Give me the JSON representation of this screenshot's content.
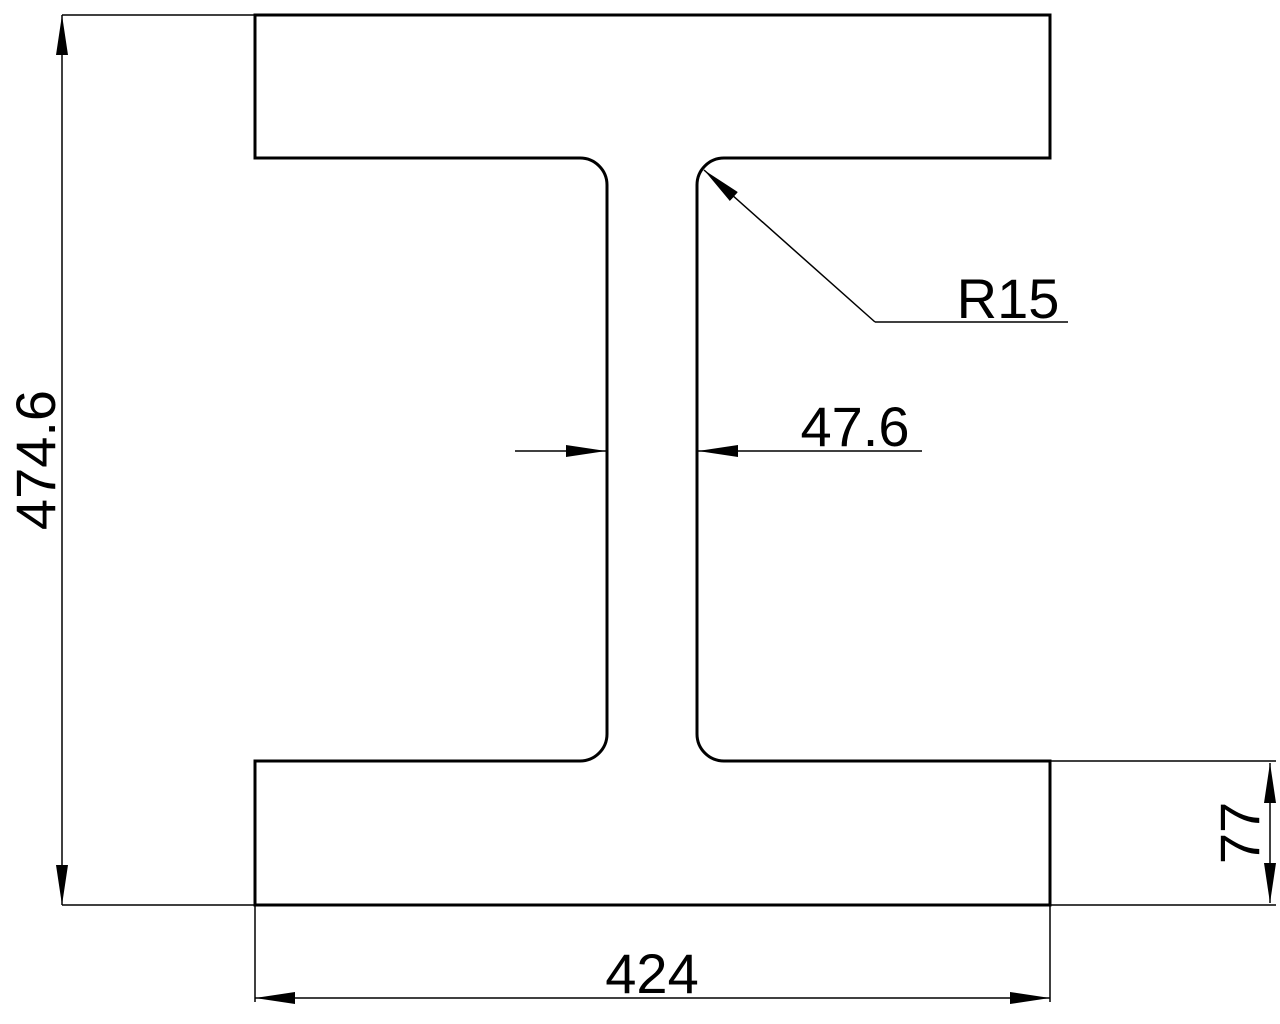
{
  "drawing": {
    "title": "I-beam cross section",
    "dimensions": {
      "height": "474.6",
      "width": "424",
      "flange_thickness": "77",
      "web_thickness": "47.6",
      "fillet_radius": "R15"
    },
    "colors": {
      "line": "#000000",
      "background": "#ffffff"
    }
  }
}
